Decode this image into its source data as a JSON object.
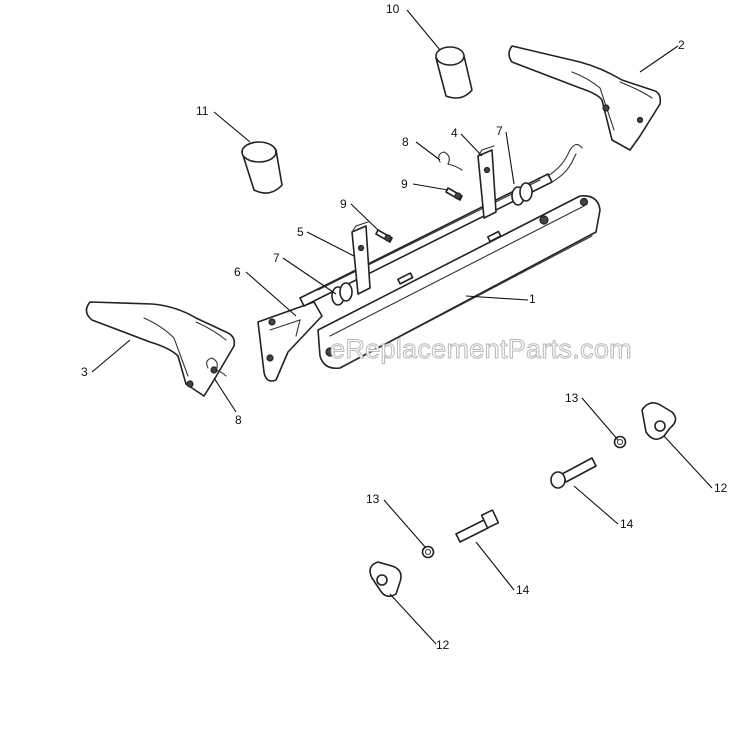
{
  "watermark": "eReplacementParts.com",
  "callouts": [
    {
      "id": "c1",
      "label": "1"
    },
    {
      "id": "c2",
      "label": "2"
    },
    {
      "id": "c3",
      "label": "3"
    },
    {
      "id": "c4",
      "label": "4"
    },
    {
      "id": "c5",
      "label": "5"
    },
    {
      "id": "c6",
      "label": "6"
    },
    {
      "id": "c7a",
      "label": "7"
    },
    {
      "id": "c7b",
      "label": "7"
    },
    {
      "id": "c8a",
      "label": "8"
    },
    {
      "id": "c8b",
      "label": "8"
    },
    {
      "id": "c9a",
      "label": "9"
    },
    {
      "id": "c9b",
      "label": "9"
    },
    {
      "id": "c10",
      "label": "10"
    },
    {
      "id": "c11",
      "label": "11"
    },
    {
      "id": "c12a",
      "label": "12"
    },
    {
      "id": "c12b",
      "label": "12"
    },
    {
      "id": "c13a",
      "label": "13"
    },
    {
      "id": "c13b",
      "label": "13"
    },
    {
      "id": "c14a",
      "label": "14"
    },
    {
      "id": "c14b",
      "label": "14"
    }
  ]
}
